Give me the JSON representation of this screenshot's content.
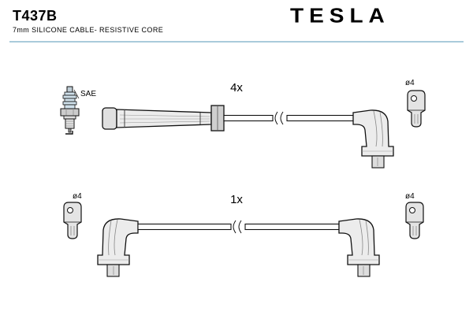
{
  "header": {
    "part_number": "T437B",
    "subtitle": "7mm SILICONE CABLE- RESISTIVE CORE",
    "brand": "TESLA"
  },
  "diagram": {
    "top_assembly": {
      "quantity_label": "4x",
      "spark_plug_label": "SAE",
      "terminal_label": "ø4"
    },
    "bottom_assembly": {
      "quantity_label": "1x",
      "left_terminal_label": "ø4",
      "right_terminal_label": "ø4"
    }
  },
  "colors": {
    "divider": "#a9cbdb",
    "line": "#111111",
    "boot_fill": "#ececec",
    "metal_fill": "#e4e4e4",
    "insulator_fill": "#cfe0ea"
  }
}
